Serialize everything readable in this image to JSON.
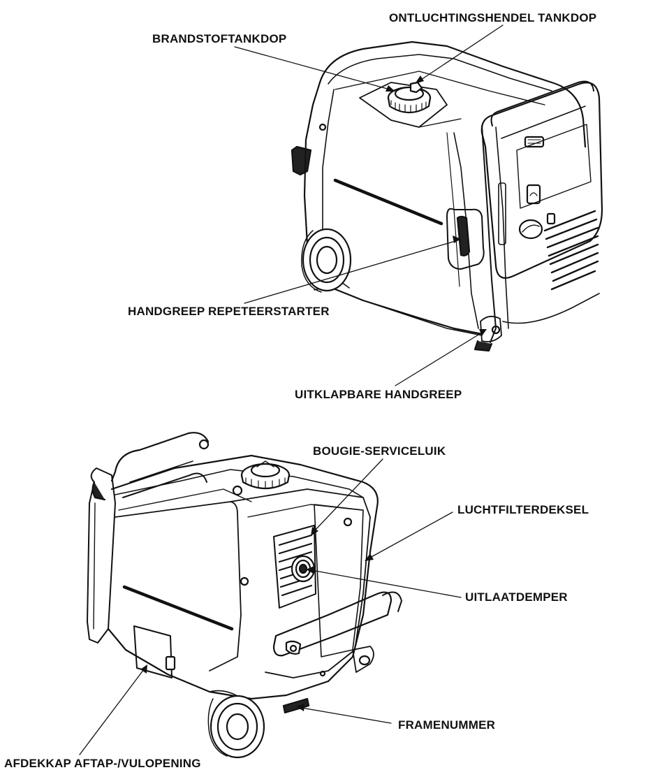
{
  "labels": {
    "fuel_cap": "BRANDSTOFTANKDOP",
    "vent_lever": "ONTLUCHTINGSHENDEL TANKDOP",
    "recoil_grip": "HANDGREEP REPETEERSTARTER",
    "fold_handle": "UITKLAPBARE HANDGREEP",
    "spark_plug_door": "BOUGIE-SERVICELUIK",
    "air_filter_cover": "LUCHTFILTERDEKSEL",
    "muffler": "UITLAATDEMPER",
    "frame_number": "FRAMENUMMER",
    "drain_cover": "AFDEKKAP AFTAP-/VULOPENING"
  }
}
